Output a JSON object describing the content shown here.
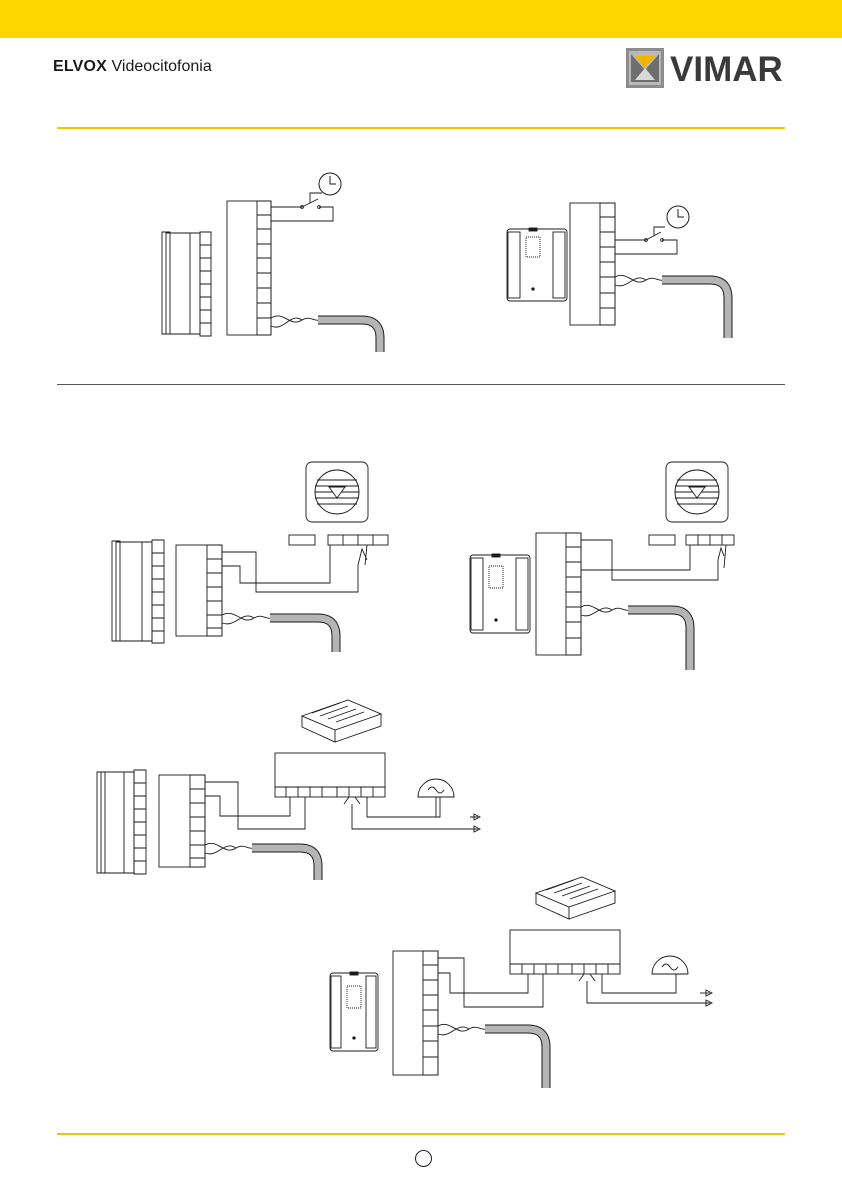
{
  "header": {
    "brand_bold": "ELVOX",
    "brand_sub": "Videocitofonia",
    "logo_text": "VIMAR"
  },
  "footer": {
    "page_number": ""
  },
  "colors": {
    "accent_yellow": "#FFD500",
    "rule_yellow": "#F5C400",
    "cable_gray": "#b5b5b5",
    "line_black": "#1a1a1a"
  },
  "icons": [
    "clock-icon",
    "switch-icon",
    "speaker-icon",
    "power-supply-icon",
    "mains-ac-icon",
    "arrow-icon"
  ]
}
